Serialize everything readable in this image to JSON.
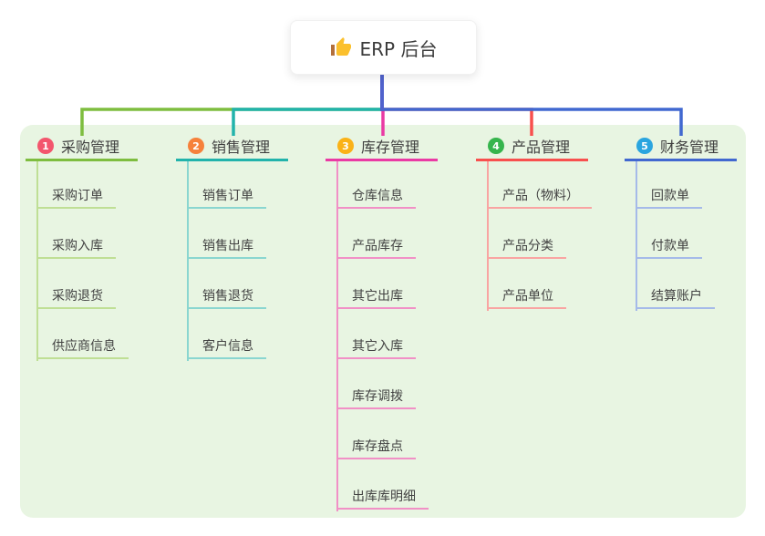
{
  "root": {
    "title": "ERP 后台",
    "icon": "thumbs-up-icon"
  },
  "colors": {
    "board_background": "#e8f5e2",
    "root_trunk": "#5062cc",
    "root_card_background": "#ffffff",
    "text": "#3e3e3e"
  },
  "branches": [
    {
      "badge": "1",
      "label": "采购管理",
      "badge_color": "#f3566d",
      "line_color": "#7ebd3f",
      "child_line_color": "#bfdf95",
      "children": [
        "采购订单",
        "采购入库",
        "采购退货",
        "供应商信息"
      ]
    },
    {
      "badge": "2",
      "label": "销售管理",
      "badge_color": "#f6813b",
      "line_color": "#22b3ab",
      "child_line_color": "#8ad6d0",
      "children": [
        "销售订单",
        "销售出库",
        "销售退货",
        "客户信息"
      ]
    },
    {
      "badge": "3",
      "label": "库存管理",
      "badge_color": "#fab217",
      "line_color": "#ea3aa4",
      "child_line_color": "#f190c6",
      "children": [
        "仓库信息",
        "产品库存",
        "其它出库",
        "其它入库",
        "库存调拨",
        "库存盘点",
        "出库库明细"
      ]
    },
    {
      "badge": "4",
      "label": "产品管理",
      "badge_color": "#36b54d",
      "line_color": "#f8504e",
      "child_line_color": "#f9a4a2",
      "children": [
        "产品（物料）",
        "产品分类",
        "产品单位"
      ]
    },
    {
      "badge": "5",
      "label": "财务管理",
      "badge_color": "#2aa5df",
      "line_color": "#4168d0",
      "child_line_color": "#a5bae9",
      "children": [
        "回款单",
        "付款单",
        "结算账户"
      ]
    }
  ]
}
